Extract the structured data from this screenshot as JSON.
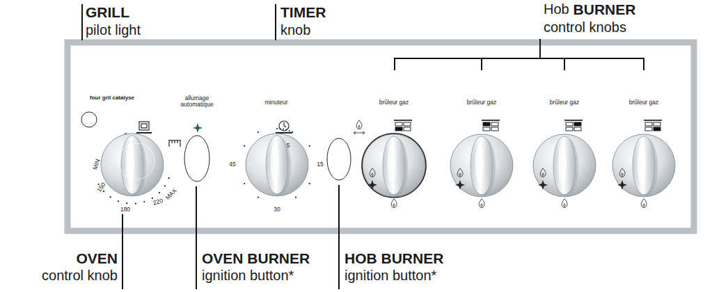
{
  "diagram": {
    "labels": [
      "GRILL",
      "pilot light",
      "TIMER",
      "knob",
      "Hob",
      "BURNER",
      "control knobs",
      "four gril catalyse",
      "allumage automatique",
      "minuteur",
      "brûleur gaz",
      "brûleur gaz",
      "brûleur gaz",
      "brûleur gaz",
      "MIN",
      "150",
      "180",
      "220",
      "MAX",
      "5",
      "15",
      "30",
      "45",
      "OVEN",
      "control knob",
      "OVEN BURNER",
      "ignition button*",
      "HOB BURNER",
      "ignition button*"
    ]
  }
}
